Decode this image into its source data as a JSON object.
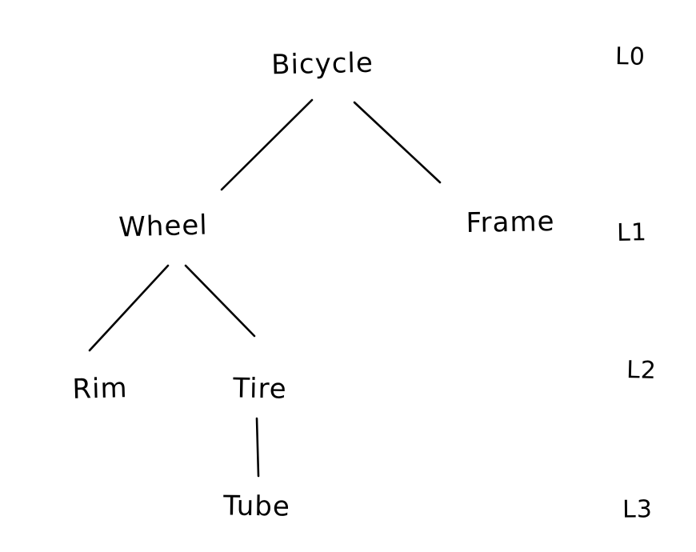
{
  "diagram": {
    "type": "tree",
    "style": "hand-drawn",
    "colors": {
      "ink": "#000000",
      "background": "#ffffff"
    },
    "nodes": [
      {
        "id": "bicycle",
        "label": "Bicycle",
        "level": 0,
        "parent": null
      },
      {
        "id": "wheel",
        "label": "Wheel",
        "level": 1,
        "parent": "bicycle"
      },
      {
        "id": "frame",
        "label": "Frame",
        "level": 1,
        "parent": "bicycle"
      },
      {
        "id": "rim",
        "label": "Rim",
        "level": 2,
        "parent": "wheel"
      },
      {
        "id": "tire",
        "label": "Tire",
        "level": 2,
        "parent": "wheel"
      },
      {
        "id": "tube",
        "label": "Tube",
        "level": 3,
        "parent": "tire"
      }
    ],
    "edges": [
      {
        "from": "bicycle",
        "to": "wheel"
      },
      {
        "from": "bicycle",
        "to": "frame"
      },
      {
        "from": "wheel",
        "to": "rim"
      },
      {
        "from": "wheel",
        "to": "tire"
      },
      {
        "from": "tire",
        "to": "tube"
      }
    ],
    "level_labels": [
      {
        "label": "L0",
        "level": 0
      },
      {
        "label": "L1",
        "level": 1
      },
      {
        "label": "L2",
        "level": 2
      },
      {
        "label": "L3",
        "level": 3
      }
    ]
  }
}
